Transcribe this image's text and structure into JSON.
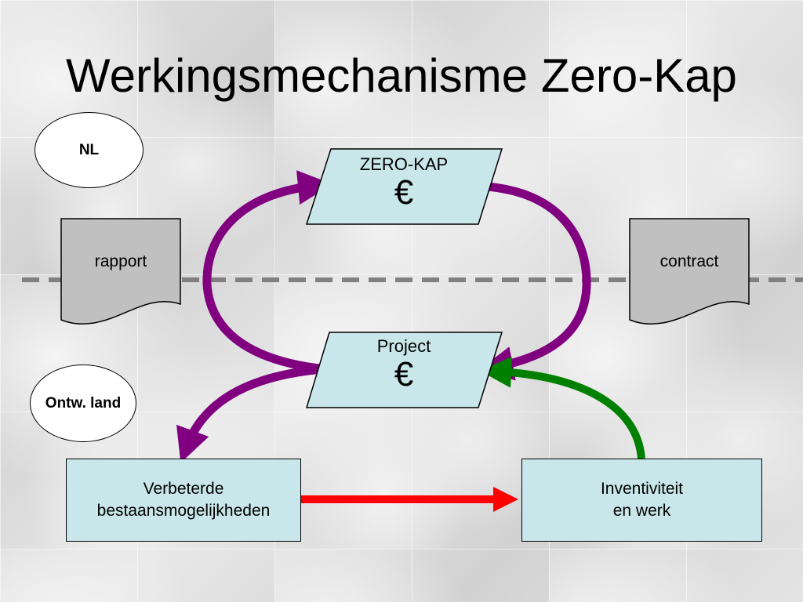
{
  "title": "Werkingsmechanisme Zero-Kap",
  "ovals": {
    "nl": "NL",
    "developing": "Ontw. land"
  },
  "parallelograms": {
    "zerokap": {
      "label": "ZERO-KAP",
      "symbol": "€"
    },
    "project": {
      "label": "Project",
      "symbol": "€"
    }
  },
  "documents": {
    "left": "rapport",
    "right": "contract"
  },
  "boxes": {
    "left": "Verbeterde\nbestaansmogelijkheden",
    "right": "Inventiviteit\nen werk"
  },
  "colors": {
    "purple_arrow": "#800080",
    "green_arrow": "#008000",
    "red_arrow": "#ff0000",
    "shape_fill": "#c9e7eb",
    "doc_fill": "#c0c0c0",
    "dashed_line": "#808080"
  }
}
